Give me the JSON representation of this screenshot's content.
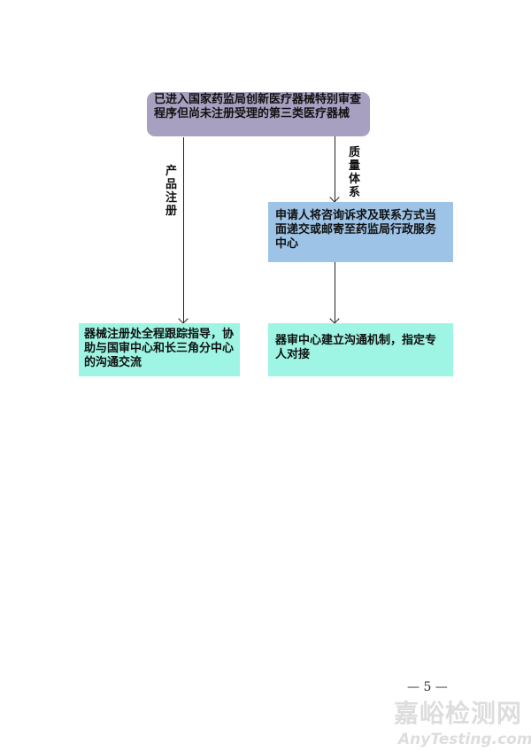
{
  "flowchart": {
    "start": "已进入国家药监局创新医疗器械特别审查程序但尚未注册受理的第三类医疗器械",
    "left_branch_label": "产品注册",
    "right_branch_label": "质量体系",
    "right_step1": "申请人将咨询诉求及联系方式当面递交或邮寄至药监局行政服务中心",
    "left_result": "器械注册处全程跟踪指导，协助与国审中心和长三角分中心的沟通交流",
    "right_result": "器审中心建立沟通机制，指定专人对接"
  },
  "footer": {
    "page_number": "— 5 —"
  },
  "watermark": {
    "cn": "嘉峪检测网",
    "en": "AnyTesting.com"
  }
}
